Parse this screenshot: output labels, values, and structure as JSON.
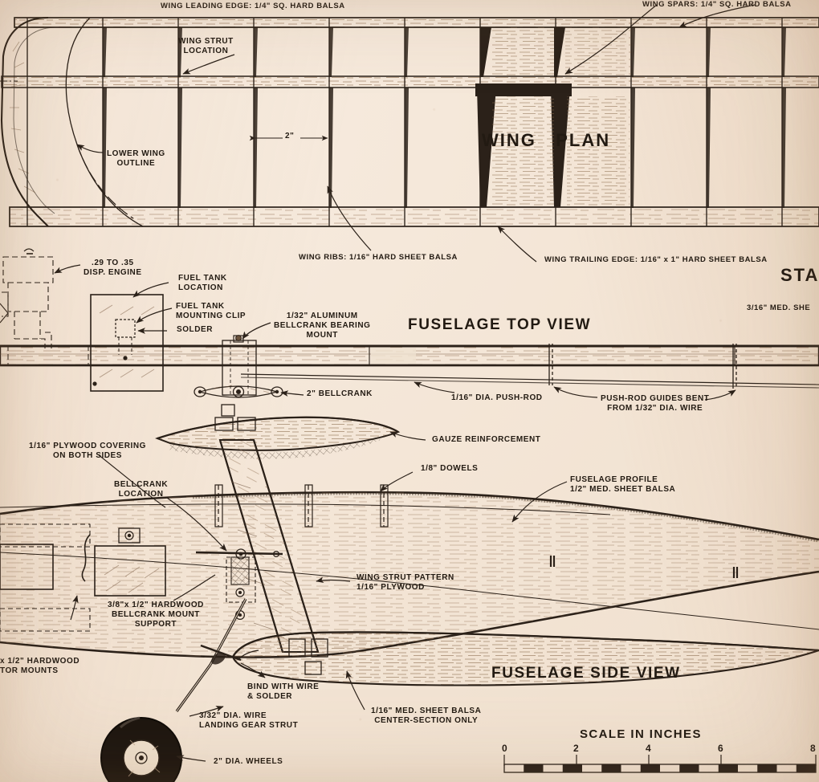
{
  "document": {
    "kind": "model-airplane-construction-plan",
    "paper_color": "#f4e6d7",
    "ink_color": "#2b2119"
  },
  "views": {
    "wing_plan": {
      "title": "WING   PLAN"
    },
    "fuselage_top": {
      "title": "FUSELAGE TOP VIEW"
    },
    "fuselage_side": {
      "title": "FUSELAGE SIDE VIEW"
    }
  },
  "scale": {
    "caption": "SCALE IN INCHES",
    "ticks": [
      "0",
      "2",
      "4",
      "6",
      "8"
    ],
    "min": 0,
    "max": 8,
    "unit": "inches",
    "segment_inches": 0.5
  },
  "callouts": {
    "wing_leading_edge": "WING LEADING EDGE: 1/4\" SQ. HARD BALSA",
    "wing_spars": "WING SPARS: 1/4\" SQ. HARD BALSA",
    "wing_strut_location": "WING STRUT\nLOCATION",
    "lower_wing_outline": "LOWER WING\nOUTLINE",
    "rib_spacing": "2\"",
    "wing_ribs": "WING RIBS: 1/16\" HARD SHEET BALSA",
    "wing_trailing_edge": "WING TRAILING EDGE: 1/16\" x 1\" HARD SHEET BALSA",
    "stabilizer_title": "STAB",
    "stabilizer_material": "3/16\" MED. SHE",
    "disp_engine": ".29 TO .35\nDISP. ENGINE",
    "fuel_tank_location": "FUEL TANK\nLOCATION",
    "fuel_tank_clip": "FUEL TANK\nMOUNTING CLIP",
    "solder": "SOLDER",
    "bellcrank_bearing_mount": "1/32\" ALUMINUM\nBELLCRANK BEARING\nMOUNT",
    "bellcrank_2in": "2\" BELLCRANK",
    "push_rod": "1/16\" DIA. PUSH-ROD",
    "push_rod_guides": "PUSH-ROD GUIDES BENT\nFROM 1/32\" DIA. WIRE",
    "plywood_covering": "1/16\" PLYWOOD COVERING\nON BOTH SIDES",
    "bellcrank_location": "BELLCRANK\nLOCATION",
    "gauze_reinforcement": "GAUZE REINFORCEMENT",
    "dowels": "1/8\" DOWELS",
    "fuselage_profile": "FUSELAGE PROFILE\n1/2\" MED. SHEET BALSA",
    "wing_strut_pattern": "WING STRUT PATTERN\n1/16\" PLYWOOD",
    "bellcrank_mount_support": "3/8\"x 1/2\" HARDWOOD\nBELLCRANK MOUNT\nSUPPORT",
    "motor_mounts": "x 1/2\" HARDWOOD\nTOR MOUNTS",
    "bind_with_wire": "BIND WITH WIRE\n& SOLDER",
    "landing_gear_strut": "3/32\" DIA. WIRE\nLANDING GEAR STRUT",
    "wheels": "2\" DIA. WHEELS",
    "center_section": "1/16\" MED. SHEET BALSA\nCENTER-SECTION ONLY"
  }
}
